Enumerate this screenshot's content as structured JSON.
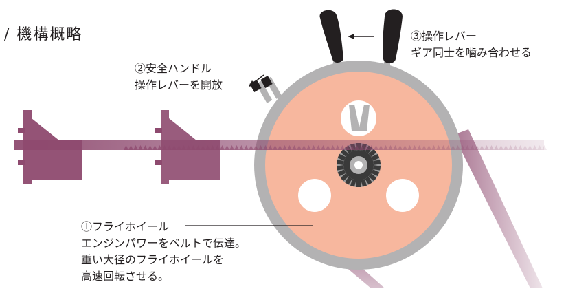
{
  "heading": "/ 機構概略",
  "labels": {
    "safety_handle": {
      "line1": "②安全ハンドル",
      "line2": "操作レバーを開放"
    },
    "lever": {
      "line1": "③操作レバー",
      "line2": "ギア同士を噛み合わせる"
    },
    "flywheel": {
      "line1": "①フライホイール",
      "line2": "エンジンパワーをベルトで伝達。",
      "line3": "重い大径のフライホイールを",
      "line4": "高速回転させる。"
    }
  },
  "colors": {
    "housing": "#b3b2b3",
    "flywheel": "#f7b79e",
    "rack": "#8e4a6f",
    "lever": "#231f20",
    "gear": "#3a3a3a",
    "belt": "#b07890"
  }
}
